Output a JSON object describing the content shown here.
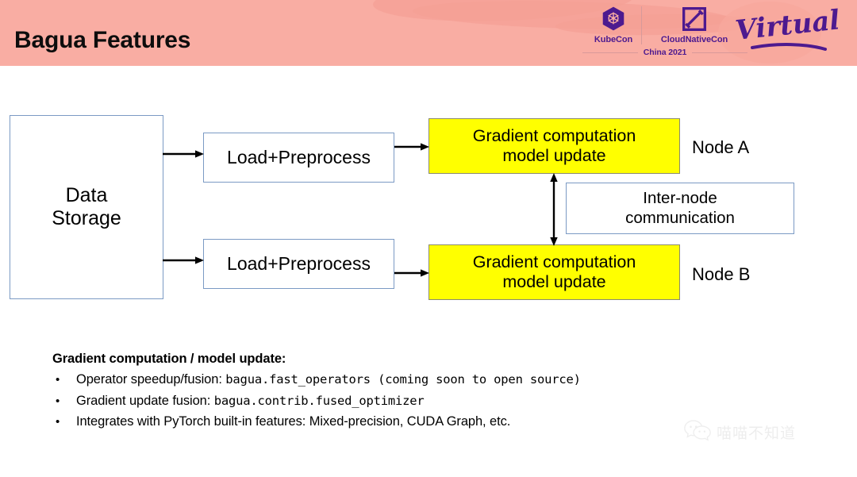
{
  "slide": {
    "title": "Bagua Features",
    "header_color": "#f9ada3",
    "accent_color": "#4d1a8f",
    "highlight_color": "#ffff00"
  },
  "branding": {
    "kubecon_label": "KubeCon",
    "kubecon_icon": "kubernetes-helm-icon",
    "cloudnativecon_label": "CloudNativeCon",
    "cloudnativecon_icon": "cncf-square-slash-icon",
    "edition_label": "China 2021",
    "virtual_label": "Virtual"
  },
  "diagram": {
    "data_storage": "Data\nStorage",
    "data_storage_line1": "Data",
    "data_storage_line2": "Storage",
    "load_a": "Load+Preprocess",
    "load_b": "Load+Preprocess",
    "gradient_a_line1": "Gradient computation",
    "gradient_a_line2": "model update",
    "gradient_b_line1": "Gradient computation",
    "gradient_b_line2": "model update",
    "internode_line1": "Inter-node",
    "internode_line2": "communication",
    "node_a_label": "Node A",
    "node_b_label": "Node B"
  },
  "bullets": {
    "heading": "Gradient computation / model update:",
    "marker": "•",
    "items": [
      {
        "lead": "Operator speedup/fusion: ",
        "code": "bagua.fast_operators (coming soon to open source)",
        "tail": ""
      },
      {
        "lead": "Gradient update fusion: ",
        "code": "bagua.contrib.fused_optimizer",
        "tail": ""
      },
      {
        "lead": "Integrates with PyTorch built-in features: Mixed-precision, CUDA Graph, etc.",
        "code": "",
        "tail": ""
      }
    ]
  },
  "watermark": {
    "text": "喵喵不知道",
    "icon": "wechat-bubbles-icon"
  }
}
